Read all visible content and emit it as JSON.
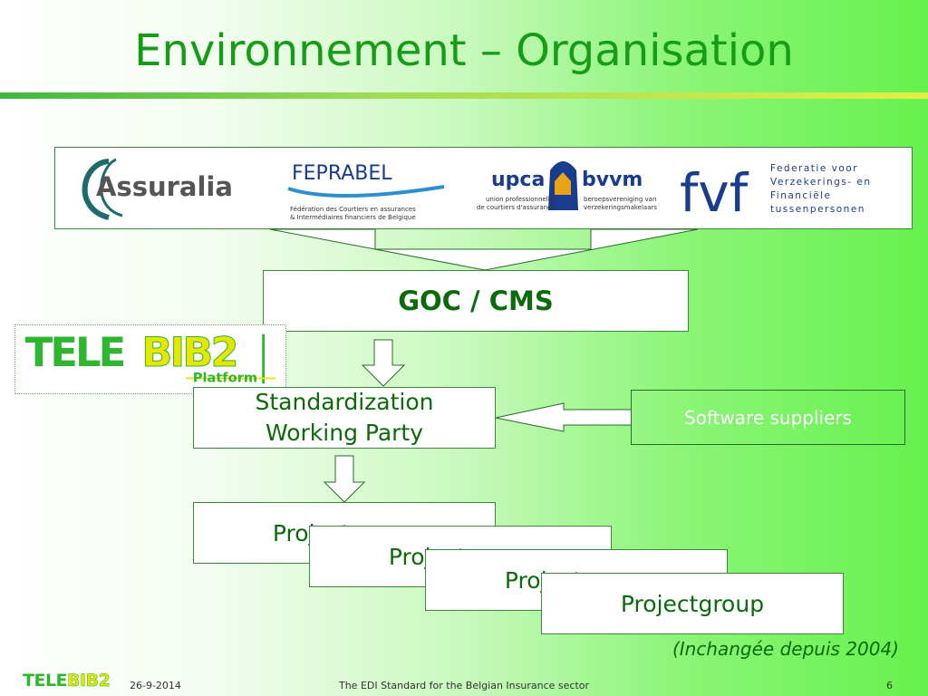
{
  "slide": {
    "title": "Environnement – Organisation",
    "logos": {
      "assuralia": "Assuralia",
      "feprabel": {
        "name": "FEPRABEL",
        "subtitle_1": "Fédération des Courtiers en assurances",
        "subtitle_2": "& Intermédiaires financiers de Belgique"
      },
      "upca": {
        "left": "upca",
        "right": "bvvm",
        "left_sub_1": "union professionnelle",
        "left_sub_2": "de courtiers d'assurance",
        "right_sub_1": "beroepsvereniging van",
        "right_sub_2": "verzekeringsmakelaars"
      },
      "fvf": {
        "mark": "fvf",
        "line_1": "Federatie voor",
        "line_2": "Verzekerings- en",
        "line_3": "Financiële",
        "line_4": "tussenpersonen"
      },
      "telebib": {
        "part1": "TELE",
        "part2": "BIB2",
        "sub": "Platform"
      }
    },
    "goc": "GOC / CMS",
    "swp_line1": "Standardization",
    "swp_line2": "Working Party",
    "software": "Software suppliers",
    "projectgroups": [
      "Projectgroup",
      "Projectgroup",
      "Projectgroup",
      "Projectgroup"
    ],
    "unchanged": "(Inchangée depuis 2004)",
    "footer": {
      "logo_part1": "TELE",
      "logo_part2": "BIB2",
      "date": "26-9-2014",
      "center": "The EDI Standard for the Belgian Insurance sector",
      "page": "6"
    }
  },
  "colors": {
    "title_green": "#169c16",
    "text_green": "#0b6b0b",
    "telebib_green": "#2fb52f",
    "telebib_yellow": "#e6e600"
  }
}
